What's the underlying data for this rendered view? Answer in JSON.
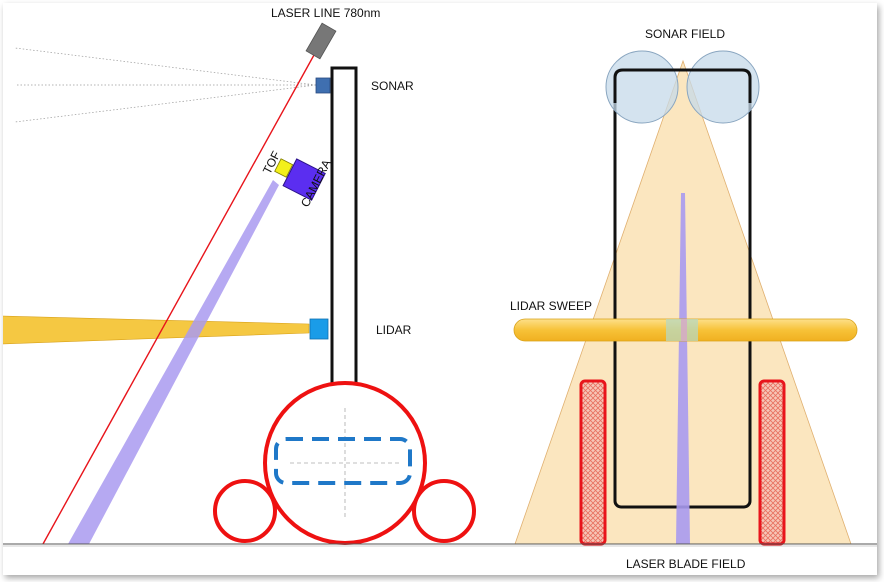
{
  "labels": {
    "laser_line": "LASER LINE 780nm",
    "sonar": "SONAR",
    "tof": "TOF",
    "camera": "CAMERA",
    "lidar": "LIDAR",
    "sonar_field": "SONAR FIELD",
    "lidar_sweep": "LIDAR SWEEP",
    "laser_blade_field": "LASER BLADE FIELD"
  },
  "colors": {
    "laser": "#e8141b",
    "robot_body": "#ee1111",
    "camera_body": "#5b2ef0",
    "tof_sensor": "#f3f01a",
    "lidar_sensor": "#1a9ce8",
    "sonar_sensor": "#3f6fb0",
    "tof_beam": "#a99af0",
    "lidar_beam": "#f5c842",
    "sonar_field": "#c6d9ea",
    "blade_field": "#fbe6bf",
    "track": "#e84830",
    "frame": "#111111",
    "chassis_dash": "#1f78c8"
  }
}
